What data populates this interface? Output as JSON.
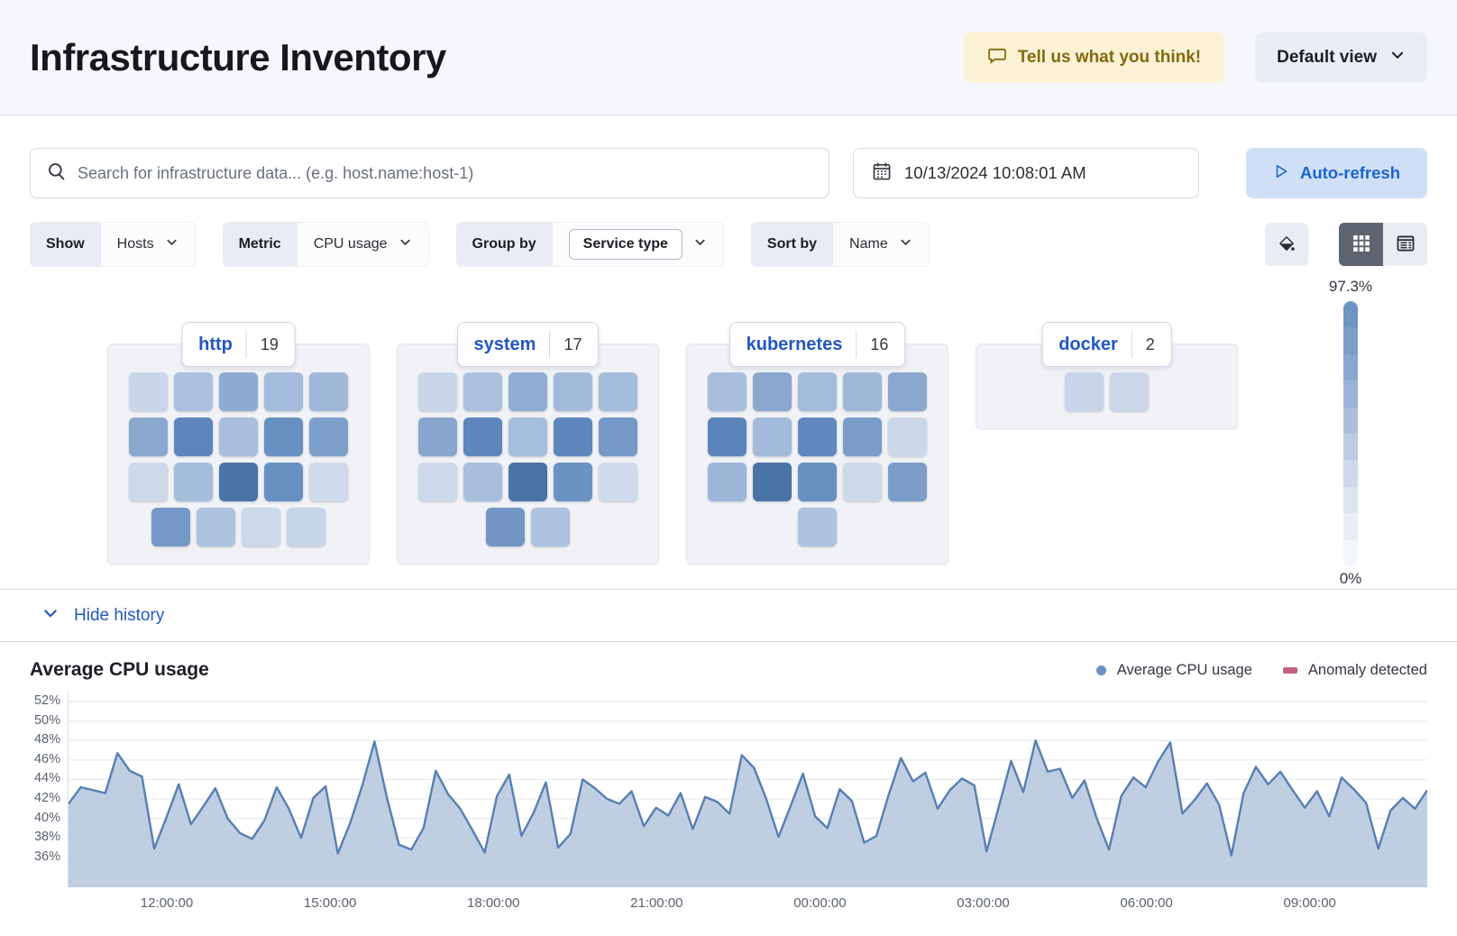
{
  "header": {
    "title": "Infrastructure Inventory",
    "feedback_label": "Tell us what you think!",
    "view_label": "Default view"
  },
  "toolbar": {
    "search_placeholder": "Search for infrastructure data... (e.g. host.name:host-1)",
    "datetime": "10/13/2024 10:08:01 AM",
    "auto_refresh_label": "Auto-refresh"
  },
  "filters": {
    "show": {
      "label": "Show",
      "value": "Hosts"
    },
    "metric": {
      "label": "Metric",
      "value": "CPU usage"
    },
    "group_by": {
      "label": "Group by",
      "value": "Service type"
    },
    "sort_by": {
      "label": "Sort by",
      "value": "Name"
    }
  },
  "view_toggle": {
    "selected": "grid"
  },
  "scale_legend": {
    "max_label": "97.3%",
    "min_label": "0%",
    "steps": [
      "#6e94c3",
      "#7b9dc8",
      "#8aa8cf",
      "#9ab2d5",
      "#abbfdd",
      "#bccbe4",
      "#cdd8ea",
      "#dde4f0",
      "#e9eef6",
      "#f3f6fb"
    ]
  },
  "groups": [
    {
      "name": "http",
      "count": "19",
      "rows": [
        [
          "#c9d6e9",
          "#abc0de",
          "#8fabd2",
          "#a5bbdb",
          "#a1b8d9"
        ],
        [
          "#8aa7ce",
          "#5c86bb",
          "#a9bfdd",
          "#6890c1",
          "#7fa0ca"
        ],
        [
          "#ccd9eb",
          "#a6bcdb",
          "#4a73a6",
          "#6890c1",
          "#cfdbec"
        ],
        [
          "#7598c7",
          "#aec3df",
          "#ccd9eb",
          "#c7d5e8"
        ]
      ]
    },
    {
      "name": "system",
      "count": "17",
      "rows": [
        [
          "#c9d6e9",
          "#abc0de",
          "#90acd3",
          "#a3bada",
          "#a6bcdb"
        ],
        [
          "#88a5cd",
          "#5d87bc",
          "#a8bedd",
          "#5e88bd",
          "#7598c7"
        ],
        [
          "#cdd9ea",
          "#a9bfdd",
          "#4a73a6",
          "#6a92c3",
          "#cfdbec"
        ],
        [
          "#7396c5",
          "#aec3df"
        ]
      ]
    },
    {
      "name": "kubernetes",
      "count": "16",
      "rows": [
        [
          "#a9bedd",
          "#8ba8cf",
          "#a4bbdb",
          "#a0b7d8",
          "#8aa7ce"
        ],
        [
          "#5b85ba",
          "#a3bada",
          "#6089bf",
          "#7b9cc8",
          "#ccd8ea"
        ],
        [
          "#9db5d7",
          "#4a73a6",
          "#6890c1",
          "#cdd9eb",
          "#7c9dc9"
        ],
        [
          "#aec3df"
        ]
      ]
    },
    {
      "name": "docker",
      "count": "2",
      "rows": [
        [
          "#c8d5e8",
          "#ccd8ea"
        ]
      ]
    }
  ],
  "history": {
    "toggle_label": "Hide history"
  },
  "chart_data": {
    "type": "area",
    "title": "Average CPU usage",
    "legend": [
      {
        "label": "Average CPU usage",
        "color": "#6a93c2",
        "marker": "dot"
      },
      {
        "label": "Anomaly detected",
        "color": "#c5617e",
        "marker": "dash"
      }
    ],
    "y_ticks": [
      52,
      50,
      48,
      46,
      44,
      42,
      40,
      38,
      36
    ],
    "y_tick_suffix": "%",
    "x_ticks": [
      "12:00:00",
      "15:00:00",
      "18:00:00",
      "21:00:00",
      "00:00:00",
      "03:00:00",
      "06:00:00",
      "09:00:00"
    ],
    "ylim": [
      34,
      53
    ],
    "grid": true,
    "legend_position": "top-right",
    "line_color": "#577fb2",
    "fill_color": "#b5c6dd",
    "values": [
      41.5,
      43.2,
      42.9,
      42.6,
      46.7,
      44.9,
      44.3,
      36.9,
      40.1,
      43.5,
      39.4,
      41.2,
      43.1,
      40.0,
      38.5,
      37.9,
      39.8,
      43.2,
      41.0,
      38.0,
      42.1,
      43.3,
      36.4,
      39.5,
      43.4,
      47.9,
      42.2,
      37.3,
      36.8,
      39.0,
      44.9,
      42.5,
      41.0,
      38.8,
      36.5,
      42.3,
      44.5,
      38.2,
      40.6,
      43.7,
      37.0,
      38.4,
      44.0,
      43.1,
      42.0,
      41.5,
      42.8,
      39.2,
      41.1,
      40.3,
      42.6,
      38.9,
      42.2,
      41.7,
      40.5,
      46.5,
      45.2,
      42.0,
      38.1,
      41.3,
      44.6,
      40.2,
      39.0,
      43.0,
      41.8,
      37.5,
      38.2,
      42.4,
      46.2,
      43.8,
      44.7,
      41.0,
      42.9,
      44.1,
      43.4,
      36.6,
      41.2,
      45.9,
      42.7,
      48.0,
      44.8,
      45.1,
      42.1,
      43.9,
      40.0,
      36.8,
      42.3,
      44.2,
      43.2,
      45.8,
      47.8,
      40.5,
      41.9,
      43.6,
      41.4,
      36.2,
      42.6,
      45.3,
      43.5,
      44.8,
      42.9,
      41.1,
      42.8,
      40.2,
      44.2,
      43.0,
      41.6,
      36.9,
      40.8,
      42.1,
      41.0,
      42.9
    ]
  }
}
